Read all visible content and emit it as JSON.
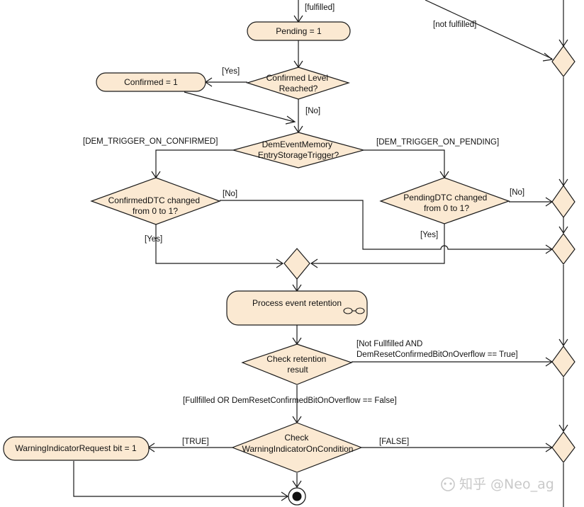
{
  "nodes": {
    "pending": "Pending = 1",
    "confirmed_set": "Confirmed = 1",
    "confirmed_level": [
      "Confirmed Level",
      "Reached?"
    ],
    "storage_trigger": [
      "DemEventMemory",
      "EntryStorageTrigger?"
    ],
    "confirmed_dtc": [
      "ConfirmedDTC changed",
      "from 0 to 1?"
    ],
    "pending_dtc": [
      "PendingDTC changed",
      "from 0 to 1?"
    ],
    "process_retention": "Process event retention",
    "check_retention": [
      "Check retention",
      "result"
    ],
    "check_warning": [
      "Check",
      "WarningIndicatorOnCondition"
    ],
    "warning_request": "WarningIndicatorRequest bit = 1"
  },
  "labels": {
    "fulfilled": "[fulfilled]",
    "not_fulfilled": "[not fulfilled]",
    "yes_confirmed_level": "[Yes]",
    "no_confirmed_level": "[No]",
    "trigger_on_confirmed": "[DEM_TRIGGER_ON_CONFIRMED]",
    "trigger_on_pending": "[DEM_TRIGGER_ON_PENDING]",
    "no_confirmed_dtc": "[No]",
    "yes_confirmed_dtc": "[Yes]",
    "no_pending_dtc": "[No]",
    "yes_pending_dtc": "[Yes]",
    "not_fullfilled_and": [
      "[Not Fullfilled AND",
      "DemResetConfirmedBitOnOverflow == True]"
    ],
    "fullfilled_or": "[Fullfilled OR DemResetConfirmedBitOnOverflow == False]",
    "true_label": "[TRUE]",
    "false_label": "[FALSE]"
  },
  "watermark": "知乎 @Neo_ag",
  "colors": {
    "node_fill": "#fbe9d2",
    "line": "#1a1a1a"
  }
}
